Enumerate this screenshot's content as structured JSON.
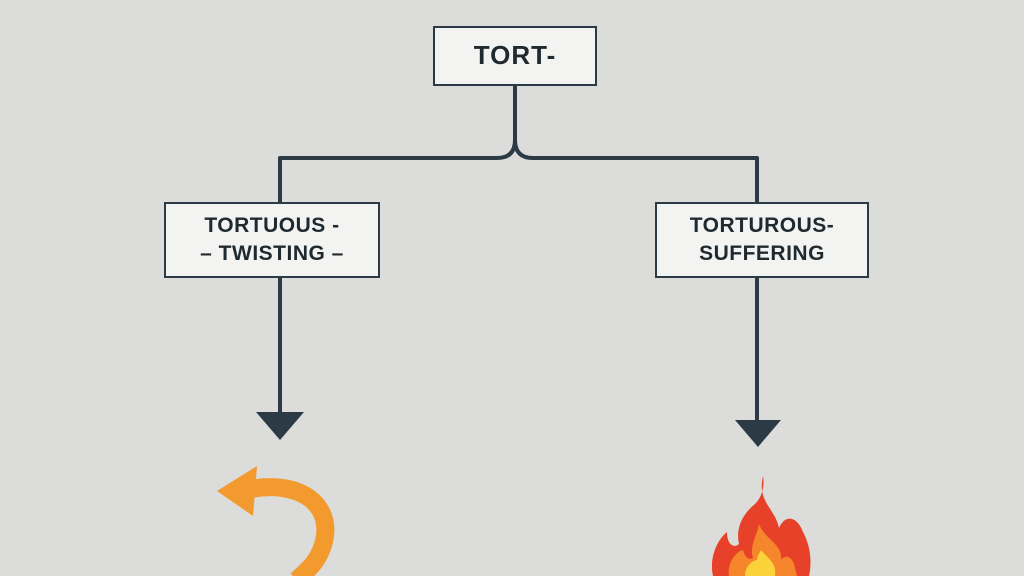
{
  "diagram": {
    "root": {
      "label": "TORT-"
    },
    "left": {
      "line1": "TORTUOUS -",
      "line2": "– TWISTING –",
      "icon": "curved-arrow-icon"
    },
    "right": {
      "line1": "TORTUROUS-",
      "line2": "SUFFERING",
      "icon": "flame-icon"
    }
  },
  "colors": {
    "background": "#dcdcda",
    "box_fill": "#f3f3f1",
    "line": "#2b3a44",
    "arrow_orange": "#f39a2e",
    "flame_red": "#e8412a",
    "flame_orange": "#f5862b",
    "flame_yellow": "#fcd23a"
  }
}
